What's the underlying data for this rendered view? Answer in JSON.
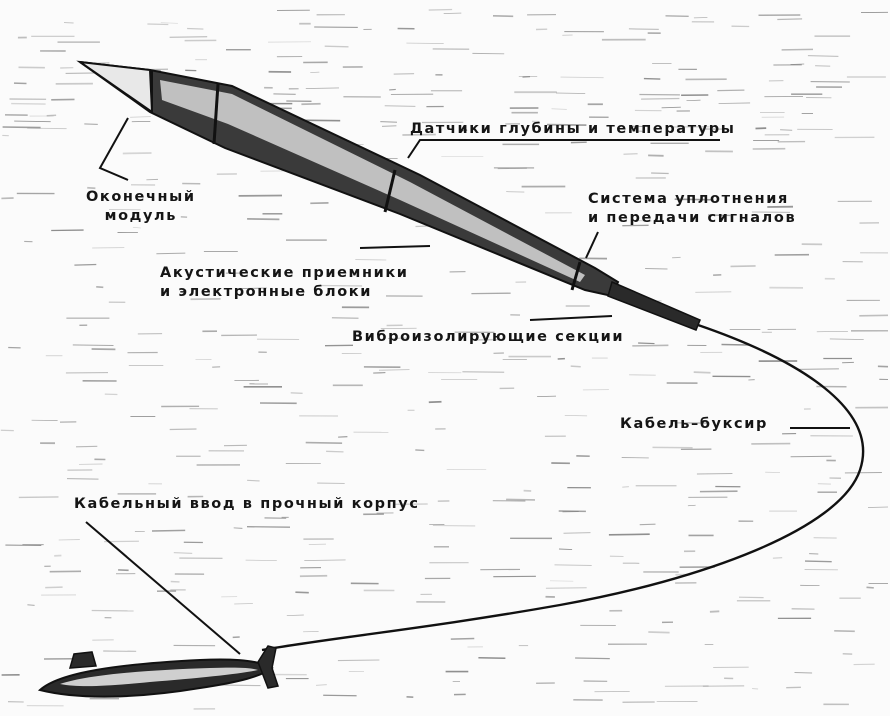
{
  "labels": {
    "tip_module": [
      "Оконечный",
      "модуль"
    ],
    "depth_temp_sensors": "Датчики глубины и температуры",
    "sealing_signal_system": [
      "Система уплотнения",
      "и передачи сигналов"
    ],
    "acoustic_receivers": [
      "Акустические приемники",
      "и электронные блоки"
    ],
    "vibration_isolation": "Виброизолирующие секции",
    "tow_cable": "Кабель–буксир",
    "hull_cable_entry": "Кабельный ввод в прочный корпус"
  },
  "colors": {
    "ink": "#151515",
    "paper": "#fbfbfb",
    "water_hatch": "#6a6a6a"
  }
}
